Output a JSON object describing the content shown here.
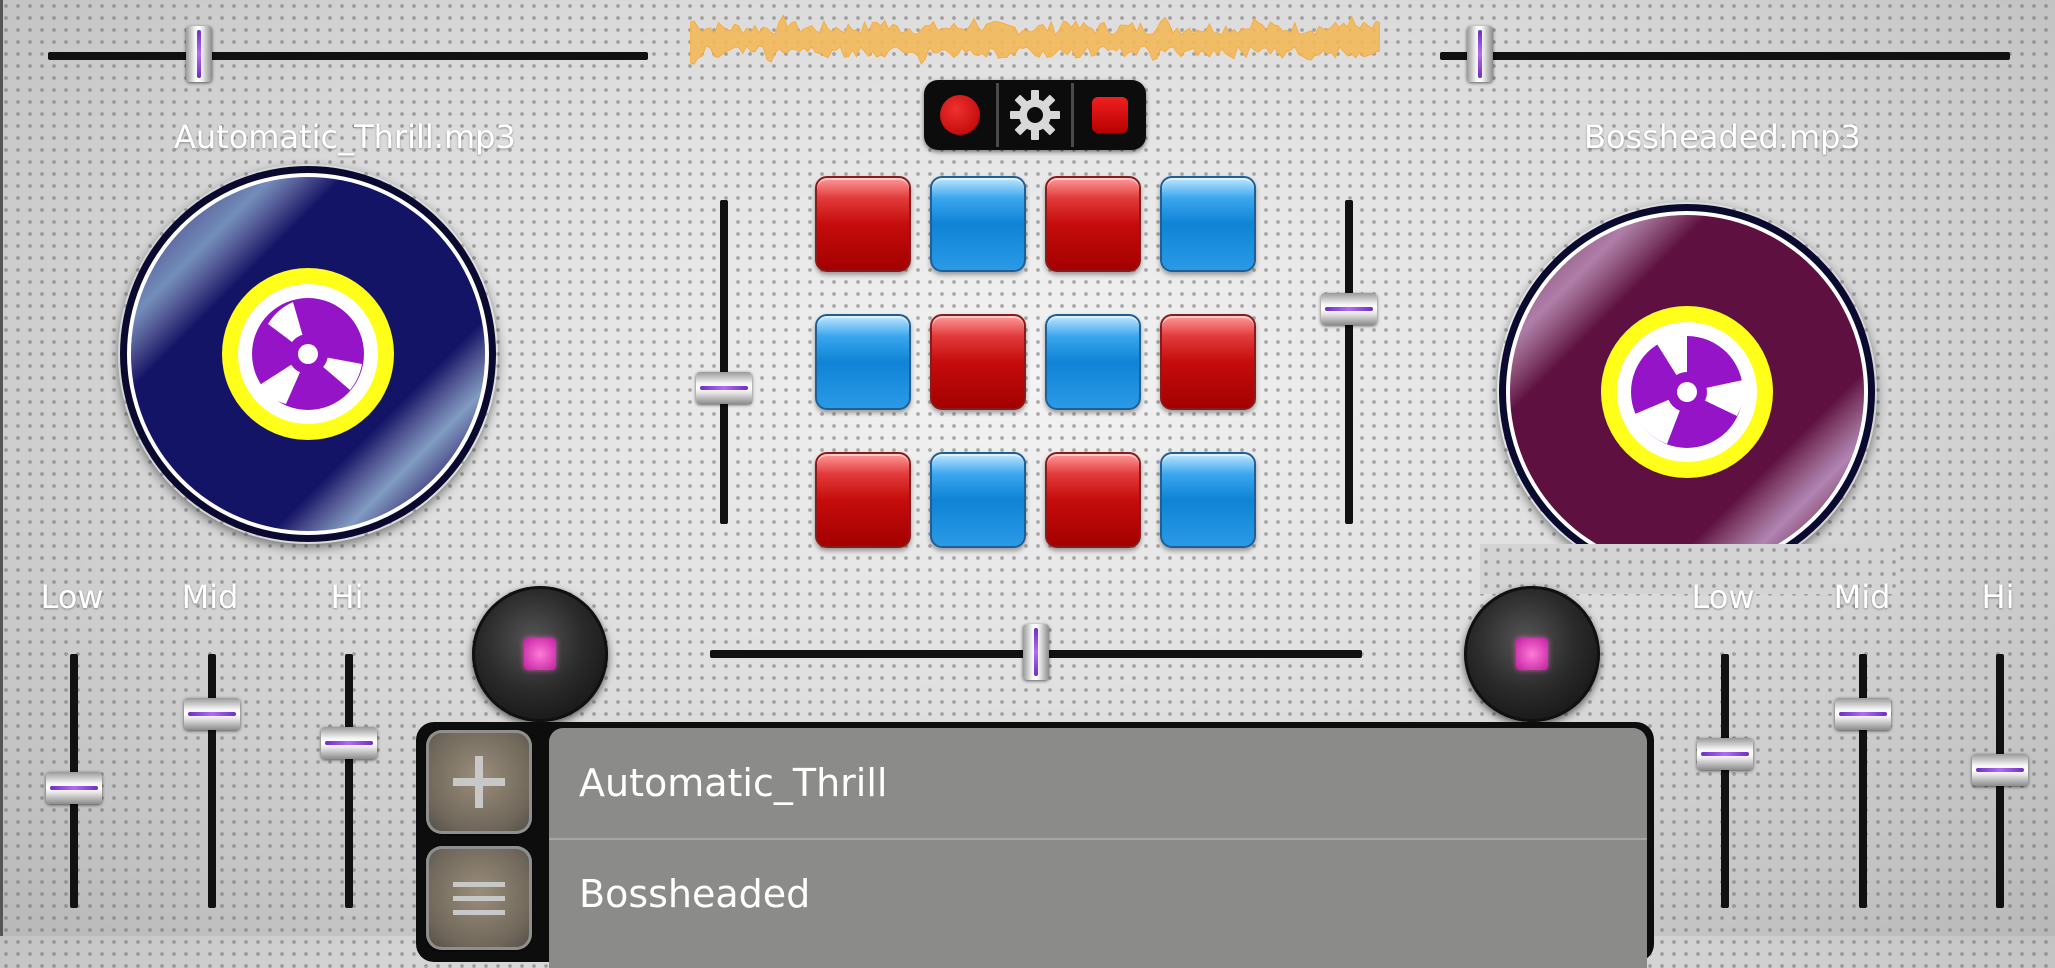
{
  "deck_left": {
    "track_name": "Automatic_Thrill.mp3",
    "platter_color": "#141466",
    "pitch_position": 0.24,
    "volume_position": 0.41,
    "eq": [
      {
        "label": "Low",
        "position": 0.47
      },
      {
        "label": "Mid",
        "position": 0.8
      },
      {
        "label": "Hi",
        "position": 0.67
      }
    ]
  },
  "deck_right": {
    "track_name": "Bossheaded.mp3",
    "platter_color": "#5e1040",
    "pitch_position": 0.05,
    "volume_position": 0.68,
    "eq": [
      {
        "label": "Low",
        "position": 0.62
      },
      {
        "label": "Mid",
        "position": 0.8
      },
      {
        "label": "Hi",
        "position": 0.55
      }
    ]
  },
  "crossfader_position": 0.5,
  "toolbar": {
    "record_icon": "record-icon",
    "settings_icon": "gear-icon",
    "stop_icon": "stop-icon"
  },
  "pads": [
    "red",
    "blue",
    "red",
    "blue",
    "blue",
    "red",
    "blue",
    "red",
    "red",
    "blue",
    "red",
    "blue"
  ],
  "colors": {
    "accent": "#9b4df0",
    "pad_red": "#c60c0c",
    "pad_blue": "#0f83d6",
    "waveform": "#f4b95a"
  },
  "playlist": {
    "add_icon": "plus-icon",
    "menu_icon": "menu-icon",
    "items": [
      {
        "title": "Automatic_Thrill"
      },
      {
        "title": "Bossheaded"
      }
    ]
  }
}
